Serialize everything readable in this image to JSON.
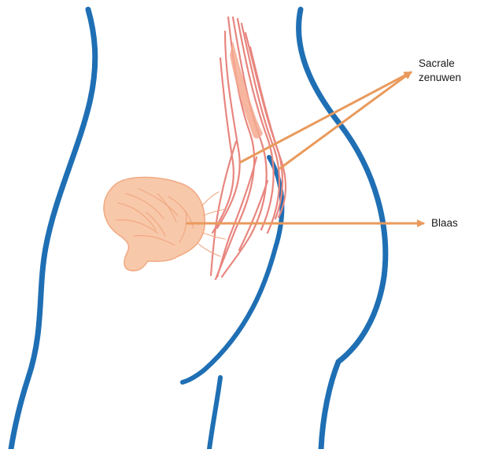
{
  "labels": {
    "sacral_nerves_line1": "Sacrale",
    "sacral_nerves_line2": "zenuwen",
    "bladder": "Blaas"
  },
  "colors": {
    "body_outline": "#1f6fb4",
    "nerve": "#e8867f",
    "nerve_fill": "#f4a98f",
    "bladder_fill": "#f8c8aa",
    "bladder_detail": "#f0a983",
    "arrow": "#e99a5c",
    "label_text": "#1a1a1a"
  },
  "icons": {
    "bladder": "bladder-organ-illustration",
    "nerves": "sacral-nerve-bundle-illustration",
    "arrow": "arrow-right"
  }
}
